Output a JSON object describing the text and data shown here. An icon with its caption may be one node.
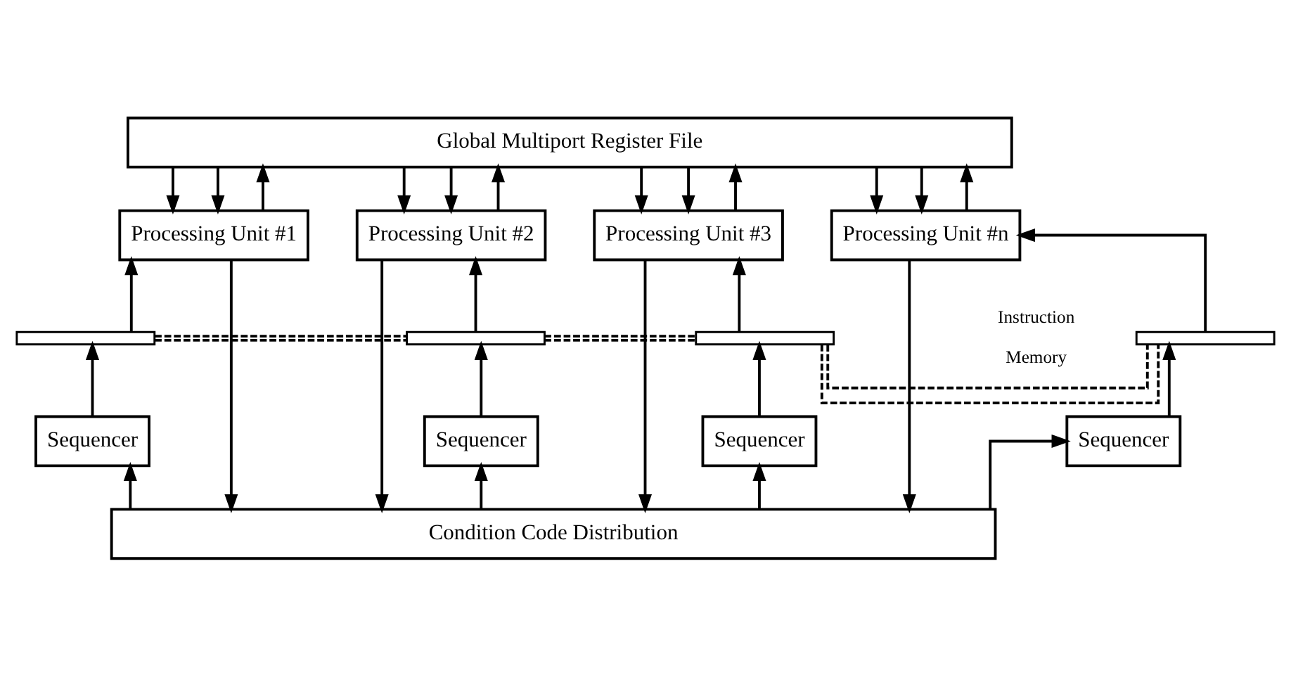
{
  "diagram": {
    "nodes": [
      {
        "text": [
          "Global Multiport Register File"
        ]
      },
      {
        "text": [
          "Processing Unit #1"
        ]
      },
      {
        "text": [
          "Processing Unit #2"
        ]
      },
      {
        "text": [
          "Processing Unit #3"
        ]
      },
      {
        "text": [
          "Processing Unit #n"
        ]
      },
      {
        "text": [],
        "shape": "bar"
      },
      {
        "text": [],
        "shape": "bar"
      },
      {
        "text": [],
        "shape": "bar"
      },
      {
        "text": [],
        "shape": "bar"
      },
      {
        "text": [
          "Sequencer"
        ]
      },
      {
        "text": [
          "Sequencer"
        ]
      },
      {
        "text": [
          "Sequencer"
        ]
      },
      {
        "text": [
          "Sequencer"
        ]
      },
      {
        "text": [
          "Condition Code Distribution"
        ]
      }
    ],
    "edges": [
      {
        "from": 0,
        "to": 1,
        "arrow": "to"
      },
      {
        "from": 0,
        "to": 1,
        "arrow": "to"
      },
      {
        "from": 1,
        "to": 0,
        "arrow": "to"
      },
      {
        "from": 0,
        "to": 2,
        "arrow": "to"
      },
      {
        "from": 0,
        "to": 2,
        "arrow": "to"
      },
      {
        "from": 2,
        "to": 0,
        "arrow": "to"
      },
      {
        "from": 0,
        "to": 3,
        "arrow": "to"
      },
      {
        "from": 0,
        "to": 3,
        "arrow": "to"
      },
      {
        "from": 3,
        "to": 0,
        "arrow": "to"
      },
      {
        "from": 0,
        "to": 4,
        "arrow": "to"
      },
      {
        "from": 0,
        "to": 4,
        "arrow": "to"
      },
      {
        "from": 4,
        "to": 0,
        "arrow": "to"
      },
      {
        "from": 1,
        "to": 13,
        "arrow": "to"
      },
      {
        "from": 2,
        "to": 13,
        "arrow": "to"
      },
      {
        "from": 3,
        "to": 13,
        "arrow": "to"
      },
      {
        "from": 4,
        "to": 13,
        "arrow": "to"
      },
      {
        "from": 5,
        "to": 1,
        "arrow": "to"
      },
      {
        "from": 6,
        "to": 2,
        "arrow": "to"
      },
      {
        "from": 7,
        "to": 3,
        "arrow": "to"
      },
      {
        "from": 8,
        "to": 4,
        "arrow": "to"
      },
      {
        "from": 9,
        "to": 5,
        "arrow": "to"
      },
      {
        "from": 10,
        "to": 6,
        "arrow": "to"
      },
      {
        "from": 11,
        "to": 7,
        "arrow": "to"
      },
      {
        "from": 12,
        "to": 8,
        "arrow": "to"
      },
      {
        "from": 13,
        "to": 9,
        "arrow": "to"
      },
      {
        "from": 13,
        "to": 10,
        "arrow": "to"
      },
      {
        "from": 13,
        "to": 11,
        "arrow": "to"
      },
      {
        "from": 13,
        "to": 12,
        "arrow": "to"
      },
      {
        "from": 5,
        "to": 6,
        "arrow": "none",
        "style": "dashed"
      },
      {
        "from": 5,
        "to": 6,
        "arrow": "none",
        "style": "dashed"
      },
      {
        "from": 6,
        "to": 7,
        "arrow": "none",
        "style": "dashed"
      },
      {
        "from": 6,
        "to": 7,
        "arrow": "none",
        "style": "dashed"
      },
      {
        "from": 7,
        "to": 8,
        "arrow": "none",
        "style": "dashed"
      },
      {
        "from": 7,
        "to": 8,
        "arrow": "none",
        "style": "dashed"
      }
    ],
    "labels": [
      "Instruction",
      "Memory"
    ]
  }
}
